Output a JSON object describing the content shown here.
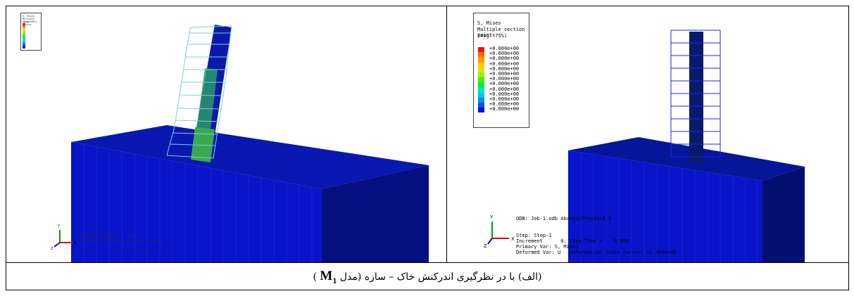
{
  "right_panel": {
    "legend": {
      "title": "S, Mises",
      "subtitle": "Multiple section points",
      "avg": "(Avg: 75%)",
      "values": [
        "+0.000e+00",
        "+0.000e+00",
        "+0.000e+00",
        "+0.000e+00",
        "+0.000e+00",
        "+0.000e+00",
        "+0.000e+00",
        "+0.000e+00",
        "+0.000e+00",
        "+0.000e+00",
        "+0.000e+00",
        "+0.000e+00",
        "+0.000e+00"
      ],
      "colors": [
        "#e8141a",
        "#ff6a00",
        "#ff9c00",
        "#ffd000",
        "#d9e800",
        "#9af000",
        "#4bf000",
        "#00e85a",
        "#00e8b4",
        "#00c8e8",
        "#0090e8",
        "#0050e8",
        "#0010d8"
      ]
    },
    "odb": "ODB: Job-1.odb    Abaqus/Standard 3",
    "step": "Step: Step-1",
    "increment": "Increment      0: Step Time =    0.000",
    "primary_var": "Primary Var: S, Mises",
    "deformed_var": "Deformed Var: U   Deformation Scale Factor: +1.000e+00"
  },
  "left_panel": {
    "legend": {
      "title": "S, Mises",
      "subtitle": "Multiple section points",
      "avg": "(Avg: 75%)",
      "colors": [
        "#e8141a",
        "#ff6a00",
        "#ffd000",
        "#d9e800",
        "#9af000",
        "#4bf000",
        "#00e85a",
        "#00e8b4",
        "#00c8e8",
        "#0090e8",
        "#0050e8",
        "#0010d8"
      ]
    },
    "step": "Step: Step-1",
    "increment": "Increment    12: Step Time =   0.0024",
    "primary_var": "Primary Var: S, Mises",
    "deformed_var": "Deformed Var: U   Deformation Scale Factor: +1.000e+02"
  },
  "caption": {
    "prefix": "(الف) با در نظرگیری اندرکنش خاک – سازه (مدل ",
    "model": "M",
    "model_sub": "1",
    "suffix": " )"
  },
  "colors": {
    "soil": "#0a14c8",
    "soil_top": "#0616a0",
    "soil_side": "#050f78",
    "mesh": "#0000ff"
  }
}
